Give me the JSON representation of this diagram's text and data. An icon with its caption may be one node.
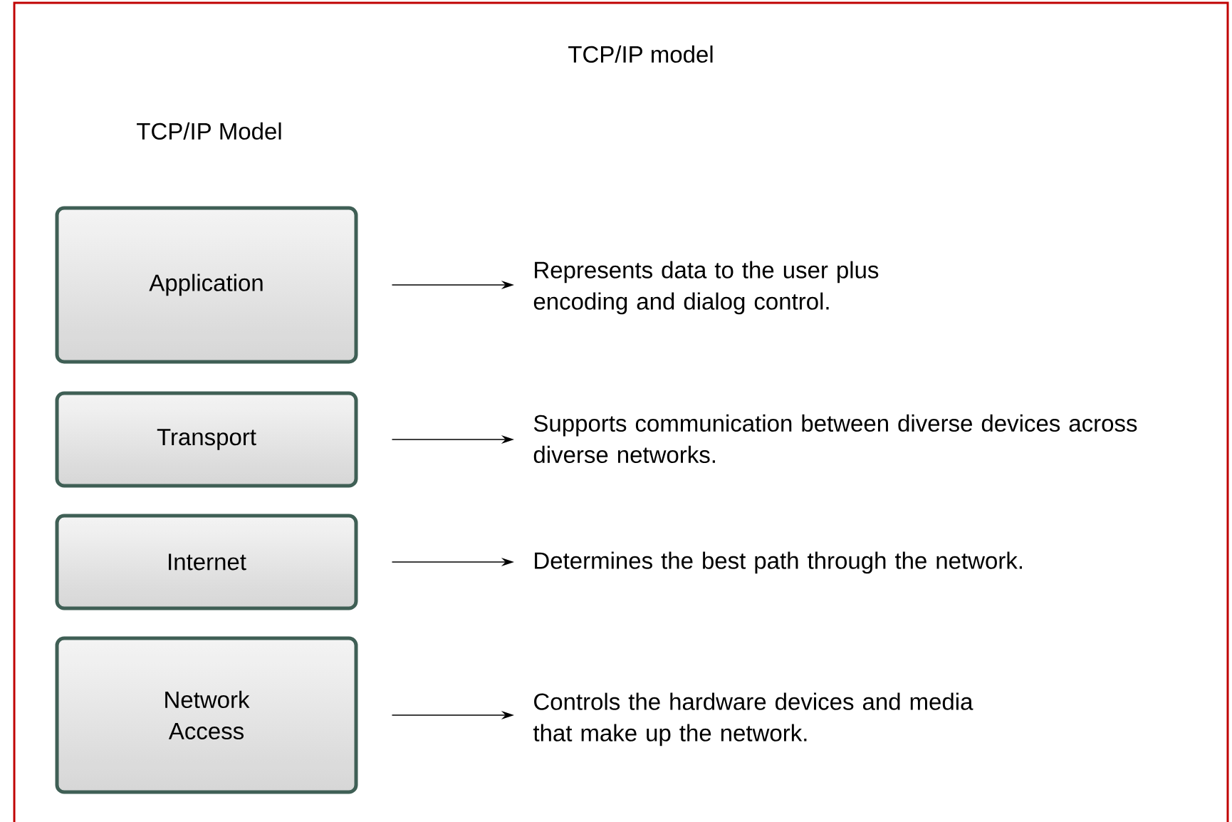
{
  "diagram": {
    "title": "TCP/IP model",
    "nodes": [
      {
        "text": [
          "Application"
        ]
      },
      {
        "text": [
          "Transport"
        ]
      },
      {
        "text": [
          "Internet"
        ]
      },
      {
        "text": [
          "Network Access"
        ]
      },
      {
        "text": [
          "Represents data to the user plus encoding and dialog control."
        ]
      },
      {
        "text": [
          "Supports communication between diverse devices across diverse networks."
        ]
      },
      {
        "text": [
          "Determines the best path through the network."
        ]
      },
      {
        "text": [
          "Controls the hardware devices and media that make up the network."
        ]
      }
    ],
    "edges": [
      {
        "from": 0,
        "to": 4,
        "arrow": "to"
      },
      {
        "from": 1,
        "to": 5,
        "arrow": "to"
      },
      {
        "from": 2,
        "to": 6,
        "arrow": "to"
      },
      {
        "from": 3,
        "to": 7,
        "arrow": "to"
      }
    ],
    "labels": [
      "TCP/IP Model"
    ]
  }
}
